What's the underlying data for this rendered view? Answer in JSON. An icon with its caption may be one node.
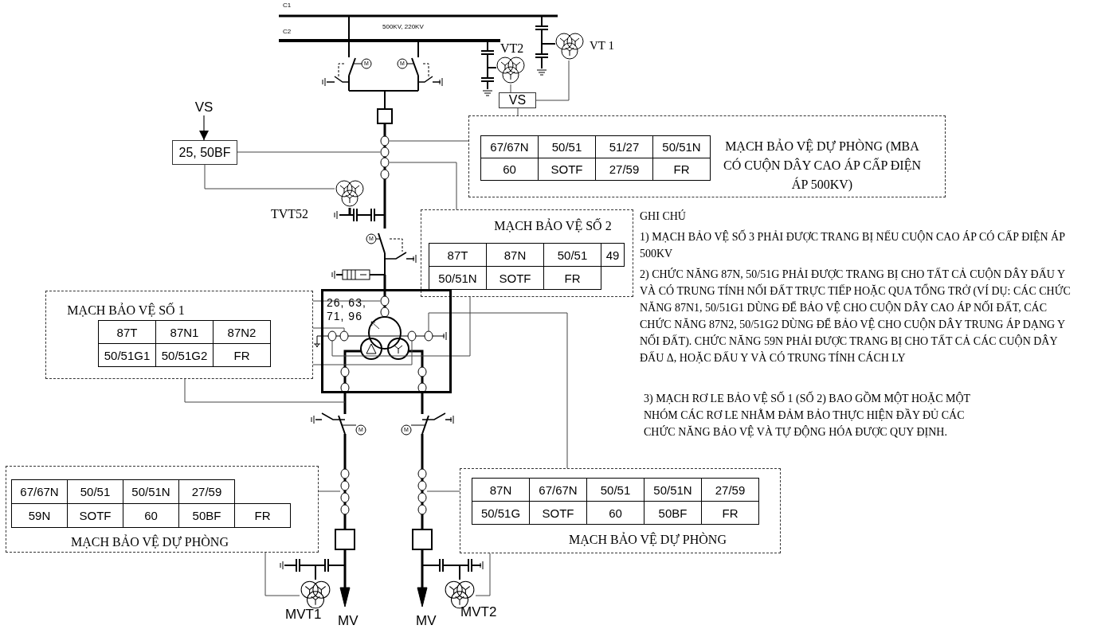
{
  "diagram": {
    "nodes": [
      {
        "text": [
          "VS"
        ]
      },
      {
        "text": [
          "VS"
        ]
      },
      {
        "text": [
          "25, 50BF"
        ]
      },
      {
        "text": [
          "MẠCH BẢO VỆ DỰ PHÒNG (MBA CÓ CUỘN DÂY CAO ÁP CẤP ĐIỆN ÁP 500KV)"
        ]
      },
      {
        "text": [
          "67/67N",
          "50/51",
          "51/27",
          "50/51N",
          "60",
          "SOTF",
          "27/59",
          "FR"
        ],
        "in": 3
      },
      {
        "text": [
          "MẠCH BẢO VỆ SỐ 2"
        ]
      },
      {
        "text": [
          "87T",
          "87N",
          "50/51",
          "49",
          "50/51N",
          "SOTF",
          "FR"
        ],
        "in": 5
      },
      {
        "text": [
          "MẠCH BẢO VỆ SỐ 1"
        ]
      },
      {
        "text": [
          "87T",
          "87N1",
          "87N2",
          "50/51G1",
          "50/51G2",
          "FR"
        ],
        "in": 7
      },
      {
        "text": [
          "26, 63, 71, 96"
        ]
      },
      {
        "text": [
          "MẠCH BẢO VỆ DỰ PHÒNG"
        ]
      },
      {
        "text": [
          "67/67N",
          "50/51",
          "50/51N",
          "27/59",
          "59N",
          "SOTF",
          "60",
          "50BF",
          "FR"
        ],
        "in": 10
      },
      {
        "text": [
          "MẠCH BẢO VỆ DỰ PHÒNG"
        ]
      },
      {
        "text": [
          "87N",
          "67/67N",
          "50/51",
          "50/51N",
          "27/59",
          "50/51G",
          "SOTF",
          "60",
          "50BF",
          "FR"
        ],
        "in": 12
      },
      {
        "text": [],
        "shape": "picture",
        "beside": [
          "VT 1"
        ]
      },
      {
        "text": [],
        "shape": "picture",
        "beside": [
          "VT2"
        ]
      },
      {
        "text": [],
        "shape": "picture",
        "beside": [
          "TVT52"
        ]
      },
      {
        "text": [],
        "shape": "picture",
        "beside": [
          "MVT1"
        ]
      },
      {
        "text": [],
        "shape": "picture",
        "beside": [
          "MVT2"
        ]
      }
    ],
    "edges": [
      {
        "from": 14,
        "to": 0,
        "arrow": "none"
      },
      {
        "from": 15,
        "to": 0,
        "arrow": "none"
      },
      {
        "from": 0,
        "to": 3,
        "arrow": "none"
      },
      {
        "from": 1,
        "to": 2,
        "arrow": "to"
      },
      {
        "from": null,
        "to": 3,
        "arrow": "none"
      },
      {
        "from": null,
        "to": 2,
        "arrow": "none"
      },
      {
        "from": 16,
        "to": 2,
        "arrow": "none"
      },
      {
        "from": null,
        "to": 5,
        "arrow": "none"
      },
      {
        "from": 7,
        "to": 9,
        "arrow": "none"
      },
      {
        "from": 7,
        "to": 9,
        "arrow": "none"
      },
      {
        "from": 7,
        "to": 9,
        "arrow": "none"
      },
      {
        "from": 7,
        "to": 9,
        "arrow": "none"
      },
      {
        "from": 5,
        "to": 9,
        "arrow": "none"
      },
      {
        "from": 9,
        "to": 12,
        "arrow": "none"
      },
      {
        "from": null,
        "to": 10,
        "arrow": "none"
      },
      {
        "from": null,
        "to": 12,
        "arrow": "none"
      },
      {
        "from": 10,
        "to": 17,
        "arrow": "none"
      },
      {
        "from": 12,
        "to": 18,
        "arrow": "none"
      }
    ],
    "labels": [
      "C1",
      "500KV, 220KV",
      "C2",
      "M",
      "M",
      "GHI CHÚ",
      "1) MẠCH BẢO VỆ SỐ 3 PHẢI ĐƯỢC TRANG BỊ NẾU CUỘN CAO ÁP CÓ CẤP ĐIỆN ÁP 500KV",
      "M",
      "2) CHỨC NĂNG 87N, 50/51G PHẢI ĐƯỢC TRANG BỊ CHO TẤT CẢ CUỘN DÂY ĐẤU Y VÀ CÓ TRUNG TÍNH NỐI ĐẤT TRỰC TIẾP HOẶC QUA TỔNG TRỞ (VÍ DỤ: CÁC CHỨC NĂNG 87N1, 50/51G1 DÙNG ĐỂ BẢO VỆ CHO CUỘN DÂY CAO ÁP NỐI ĐẤT, CÁC CHỨC NĂNG 87N2, 50/51G2 DÙNG ĐỂ BẢO VỆ CHO CUỘN DÂY TRUNG ÁP DẠNG Y NỐI ĐẤT). CHỨC NĂNG 59N PHẢI ĐƯỢC TRANG BỊ CHO TẤT CẢ CÁC CUỘN DÂY ĐẤU Δ, HOẶC ĐẤU Y VÀ CÓ TRUNG TÍNH CÁCH LY",
      "3) MẠCH RƠ LE BẢO VỆ SỐ 1 (SỐ 2) BAO GỒM MỘT HOẶC MỘT NHÓM CÁC RƠ LE NHẰM ĐẢM BẢO THỰC HIỆN ĐẦY ĐỦ CÁC CHỨC NĂNG BẢO VỆ VÀ TỰ ĐỘNG HÓA ĐƯỢC QUY ĐỊNH.",
      "M",
      "M",
      "MV",
      "MV"
    ]
  }
}
